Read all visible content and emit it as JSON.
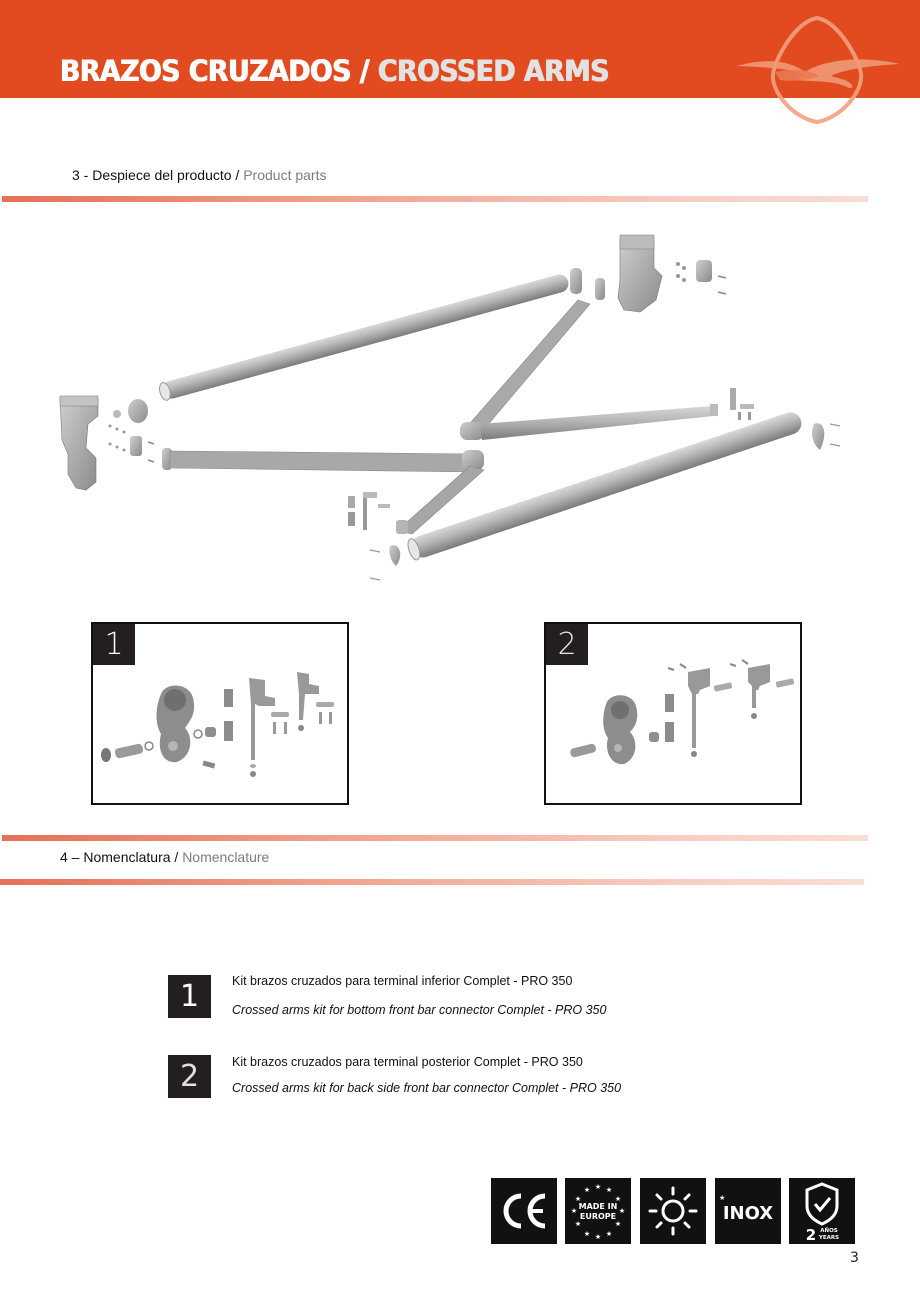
{
  "header": {
    "title_es": "BRAZOS CRUZADOS",
    "separator": " / ",
    "title_en": "CROSSED ARMS",
    "background_color": "#e24b20",
    "logo_icon": "brand-emblem-icon"
  },
  "section3": {
    "number": "3 -  ",
    "title_es": "Despiece del producto",
    "separator": " / ",
    "title_en": "Product parts",
    "diagram": "exploded-crossed-arms-diagram"
  },
  "kits": [
    {
      "badge": "1",
      "image": "kit-1-bottom-front-bar-connector-parts"
    },
    {
      "badge": "2",
      "image": "kit-2-back-side-front-bar-connector-parts"
    }
  ],
  "section4": {
    "number": "4 – ",
    "title_es": "Nomenclatura",
    "separator": " / ",
    "title_en": "Nomenclature"
  },
  "nomenclature": [
    {
      "badge": "1",
      "text_es": "Kit brazos cruzados para terminal inferior Complet - PRO 350",
      "text_en": "Crossed arms kit for bottom front bar connector Complet - PRO 350"
    },
    {
      "badge": "2",
      "text_es": "Kit brazos cruzados para terminal posterior Complet - PRO 350",
      "text_en": "Crossed arms kit for back side front bar connector Complet - PRO 350"
    }
  ],
  "certifications": [
    {
      "icon": "ce-mark-icon",
      "label": "CE"
    },
    {
      "icon": "made-in-europe-icon",
      "label_line1": "MADE IN",
      "label_line2": "EUROPE"
    },
    {
      "icon": "sun-resistant-icon",
      "label": ""
    },
    {
      "icon": "inox-icon",
      "label": "INOX"
    },
    {
      "icon": "warranty-shield-icon",
      "number": "2",
      "label_line1": "AÑOS",
      "label_line2": "YEARS"
    }
  ],
  "page_number": "3"
}
